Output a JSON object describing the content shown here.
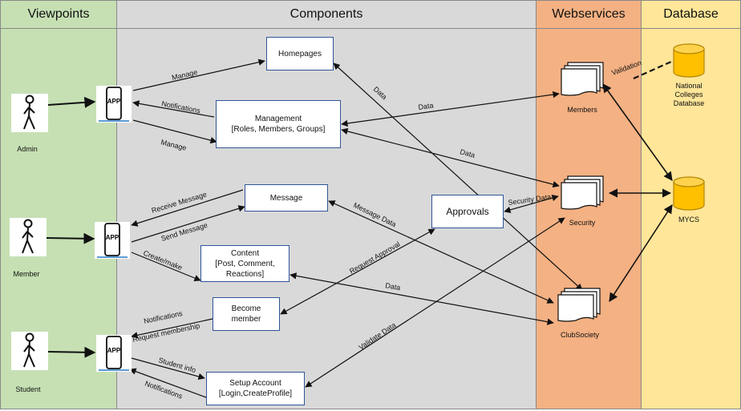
{
  "lanes": {
    "viewpoints": "Viewpoints",
    "components": "Components",
    "webservices": "Webservices",
    "database": "Database"
  },
  "actors": {
    "admin": "Admin",
    "member": "Member",
    "student": "Student"
  },
  "apps": {
    "admin": "APP",
    "member": "APP",
    "student": "APP"
  },
  "components": {
    "homepages": "Homepages",
    "management_line1": "Management",
    "management_line2": "[Roles, Members, Groups]",
    "message": "Message",
    "approvals": "Approvals",
    "content_line1": "Content",
    "content_line2": "[Post, Comment,",
    "content_line3": "Reactions]",
    "become_line1": "Become",
    "become_line2": "member",
    "setup_line1": "Setup Account",
    "setup_line2": "[Login,CreateProfile]"
  },
  "webservices": {
    "members": "Members",
    "security": "Security",
    "clubsociety": "ClubSociety"
  },
  "databases": {
    "national_line1": "National",
    "national_line2": "Colleges",
    "national_line3": "Database",
    "mycs": "MYCS"
  },
  "edges": {
    "admin_manage_homepages": "Manage",
    "notifications_admin": "Notifications",
    "admin_manage_management": "Manage",
    "receive_message": "Receive Message",
    "send_message": "Send Message",
    "create_make": "Create/make",
    "notifications_student": "Notifications",
    "request_membership": "Request membership",
    "student_info": "Student info",
    "notifications_setup": "Notifications",
    "data_homepages": "Data",
    "data_members": "Data",
    "data_management_security": "Data",
    "message_data": "Message Data",
    "security_data": "Security Data",
    "request_approval": "Request Approval",
    "data_content": "Data",
    "validate_data": "Validate Data",
    "validation": "Validation"
  }
}
